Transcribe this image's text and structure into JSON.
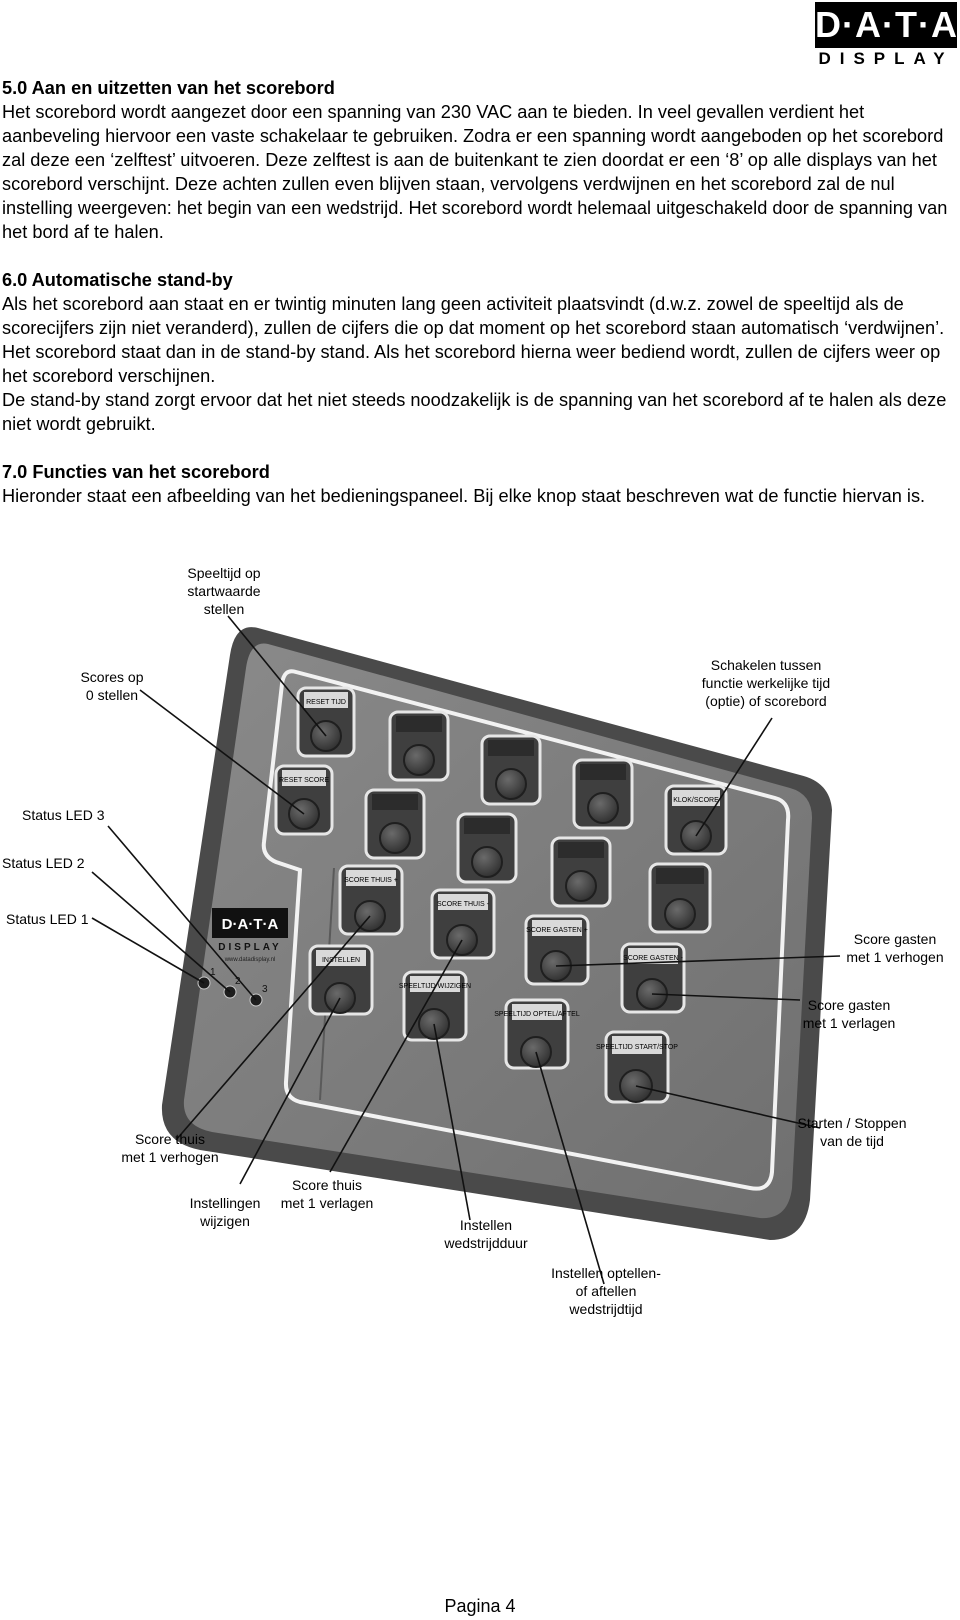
{
  "logo": {
    "top": "D·A·T·A",
    "bottom": "DISPLAY"
  },
  "sections": [
    {
      "heading": "5.0 Aan en uitzetten van het scorebord",
      "paragraphs": [
        "Het scorebord wordt aangezet door een spanning van 230 VAC aan te bieden. In veel gevallen verdient het aanbeveling hiervoor een vaste schakelaar te gebruiken. Zodra er een spanning wordt aangeboden op het scorebord zal deze een ‘zelftest’ uitvoeren. Deze zelftest is aan de buitenkant te zien doordat er een ‘8’ op alle displays van het scorebord verschijnt. Deze achten zullen even blijven staan, vervolgens verdwijnen en het scorebord zal de nul instelling weergeven: het begin van een wedstrijd. Het scorebord wordt helemaal uitgeschakeld door de spanning van het bord af te halen."
      ]
    },
    {
      "heading": "6.0 Automatische stand-by",
      "paragraphs": [
        "Als het scorebord aan staat en er twintig minuten lang geen activiteit plaatsvindt (d.w.z. zowel de speeltijd als de scorecijfers zijn niet veranderd), zullen de cijfers die op dat moment op het scorebord staan automatisch ‘verdwijnen’. Het scorebord staat dan in de stand-by stand. Als het scorebord hierna weer bediend wordt, zullen de cijfers weer op het scorebord verschijnen.",
        "De stand-by stand zorgt ervoor dat het niet steeds noodzakelijk is de spanning van het scorebord af te halen als deze niet wordt gebruikt."
      ]
    },
    {
      "heading": "7.0 Functies van het scorebord",
      "paragraphs": [
        "Hieronder staat een afbeelding van het bedieningspaneel. Bij elke knop staat beschreven wat de functie hiervan is."
      ]
    }
  ],
  "panel": {
    "logo_top": "D·A·T·A",
    "logo_bottom": "DISPLAY",
    "logo_url": "www.datadisplay.nl",
    "led_numbers": [
      "1",
      "2",
      "3"
    ],
    "key_labels": {
      "reset_tijd": "RESET TIJD",
      "reset_score": "RESET SCORE",
      "klok_score": "KLOK/SCORE",
      "score_thuis_plus": "SCORE THUIS +",
      "score_thuis_min": "SCORE THUIS -",
      "instellen": "INSTELLEN",
      "speeltijd_wijzigen": "SPEELTIJD WIJZIGEN",
      "score_gasten_plus": "SCORE GASTEN +",
      "score_gasten_min": "SCORE GASTEN -",
      "speeltijd_optel": "SPEELTIJD OPTEL/AFTEL",
      "speeltijd_start": "SPEELTIJD START/STOP"
    }
  },
  "callouts": {
    "speeltijd_start": "Speeltijd op\nstartwaarde\nstellen",
    "scores_nul": "Scores op\n0 stellen",
    "schakelen": "Schakelen tussen\nfunctie werkelijke tijd\n(optie) of scorebord",
    "led3": "Status LED 3",
    "led2": "Status LED 2",
    "led1": "Status LED 1",
    "gasten_op": "Score gasten\nmet 1 verhogen",
    "gasten_neer": "Score gasten\nmet 1 verlagen",
    "start_stop": "Starten / Stoppen\nvan de tijd",
    "thuis_op": "Score thuis\nmet 1 verhogen",
    "instellingen": "Instellingen\nwijzigen",
    "thuis_neer": "Score thuis\nmet 1 verlagen",
    "wedstrijdduur": "Instellen\nwedstrijdduur",
    "optel_aftel": "Instellen optellen-\nof aftellen\nwedstrijdtijd"
  },
  "footer": "Pagina 4"
}
